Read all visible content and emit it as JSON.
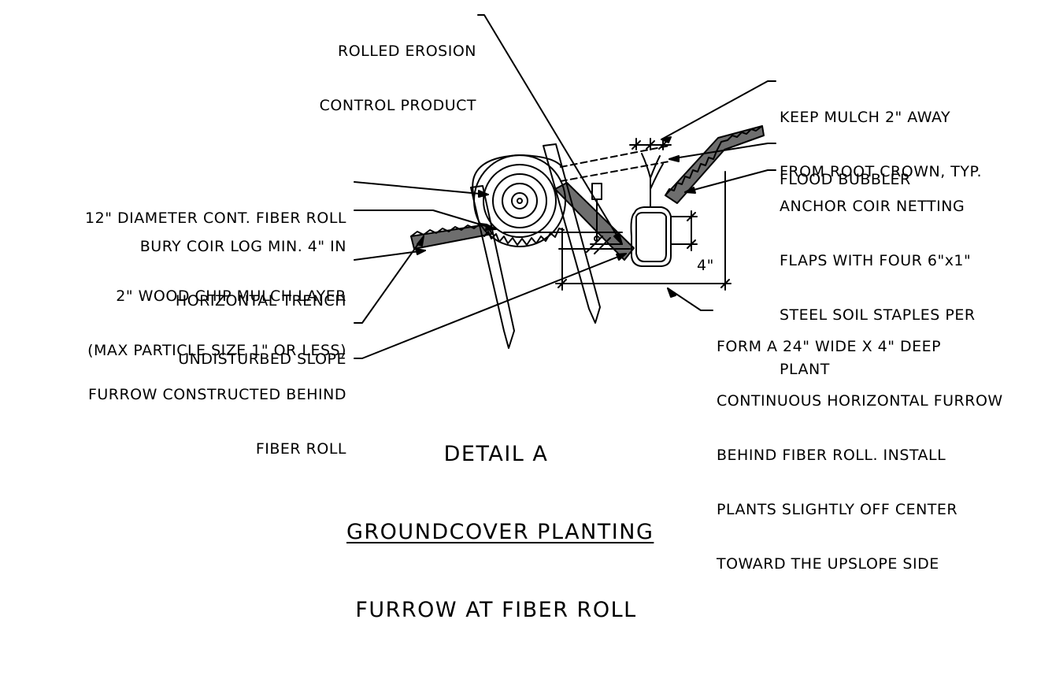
{
  "labels": {
    "rolled_erosion": [
      "ROLLED EROSION",
      "CONTROL PRODUCT"
    ],
    "keep_mulch": [
      "KEEP MULCH 2\" AWAY",
      "FROM ROOT CROWN, TYP."
    ],
    "flood_bubbler": [
      "FLOOD BUBBLER"
    ],
    "anchor_coir": [
      "ANCHOR COIR NETTING",
      "FLAPS WITH FOUR 6\"x1\"",
      "STEEL SOIL STAPLES PER",
      "PLANT"
    ],
    "fiber_roll": [
      "12\" DIAMETER CONT. FIBER ROLL"
    ],
    "bury_coir": [
      "BURY COIR LOG MIN. 4\" IN",
      "HORIZONTAL TRENCH"
    ],
    "wood_chip": [
      "2\" WOOD CHIP MULCH LAYER",
      "(MAX PARTICLE SIZE 1\" OR LESS)"
    ],
    "undisturbed": [
      "UNDISTURBED SLOPE"
    ],
    "furrow_constructed": [
      "FURROW CONSTRUCTED BEHIND",
      "FIBER ROLL"
    ],
    "form_furrow": [
      "FORM A 24\" WIDE X 4\" DEEP",
      "CONTINUOUS HORIZONTAL FURROW",
      "BEHIND FIBER ROLL. INSTALL",
      "PLANTS SLIGHTLY OFF CENTER",
      "TOWARD THE UPSLOPE SIDE"
    ],
    "dim_4in": "4\""
  },
  "title": {
    "line1": "DETAIL A",
    "line2": "GROUNDCOVER PLANTING",
    "line3": "FURROW AT FIBER ROLL"
  }
}
